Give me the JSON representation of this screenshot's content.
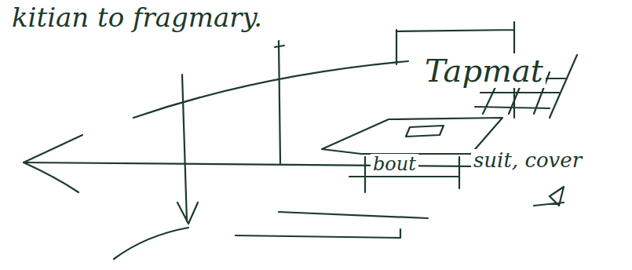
{
  "diagram": {
    "labels": [
      "kitian to fragmary.",
      "Tapmat",
      "bout",
      "suit, cover"
    ]
  }
}
